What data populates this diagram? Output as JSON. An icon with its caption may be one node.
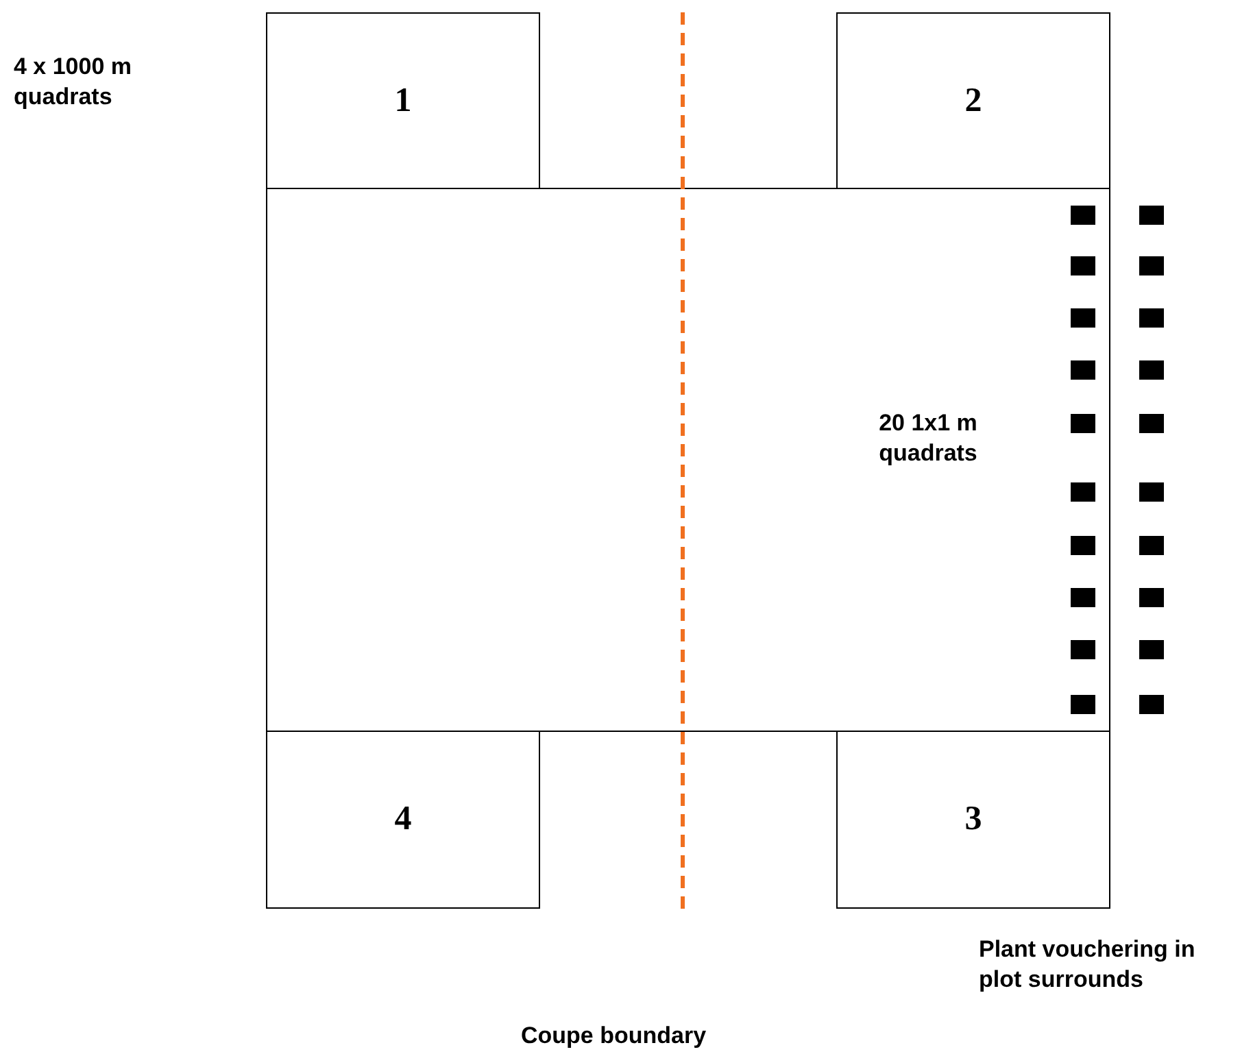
{
  "diagram": {
    "nodes": [
      {
        "text": [
          "1"
        ]
      },
      {
        "text": [
          "2"
        ]
      },
      {
        "text": [],
        "shape": "box"
      },
      {
        "text": [
          "4"
        ]
      },
      {
        "text": [
          "3"
        ]
      }
    ],
    "labels": [
      "4 x 1000 m quadrats",
      "20 1x1 m quadrats",
      "Plant vouchering in plot surrounds",
      "Coupe boundary"
    ]
  }
}
